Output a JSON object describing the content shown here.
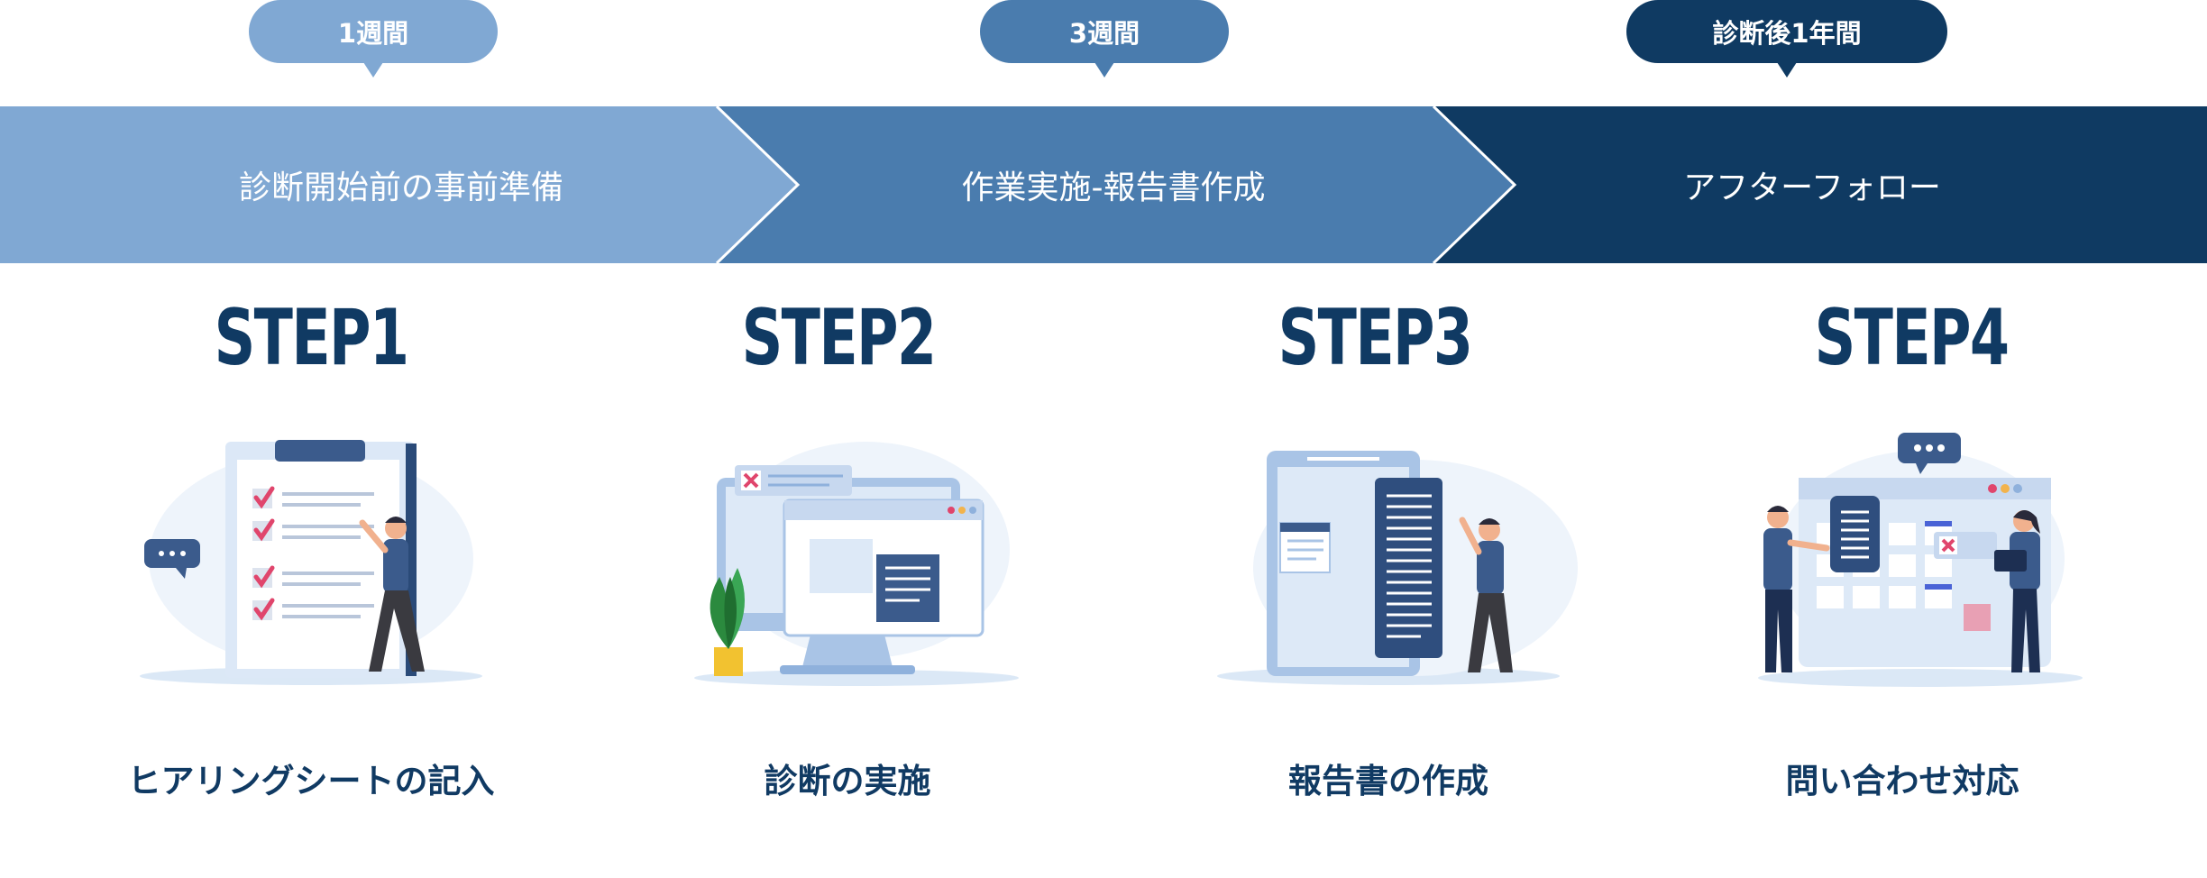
{
  "durations": [
    {
      "label": "1週間",
      "color": "#80a8d3"
    },
    {
      "label": "3週間",
      "color": "#4a7cae"
    },
    {
      "label": "診断後1年間",
      "color": "#0f3a62"
    }
  ],
  "phases": [
    {
      "label": "診断開始前の事前準備",
      "color": "#80a8d3"
    },
    {
      "label": "作業実施-報告書作成",
      "color": "#4a7cae"
    },
    {
      "label": "アフターフォロー",
      "color": "#0f3a62"
    }
  ],
  "steps": [
    {
      "title": "STEP1",
      "caption": "ヒアリングシートの記入",
      "illustration": "clipboard-checklist-icon"
    },
    {
      "title": "STEP2",
      "caption": "診断の実施",
      "illustration": "monitor-diagnosis-icon"
    },
    {
      "title": "STEP3",
      "caption": "報告書の作成",
      "illustration": "report-document-icon"
    },
    {
      "title": "STEP4",
      "caption": "問い合わせ対応",
      "illustration": "support-dashboard-icon"
    }
  ]
}
